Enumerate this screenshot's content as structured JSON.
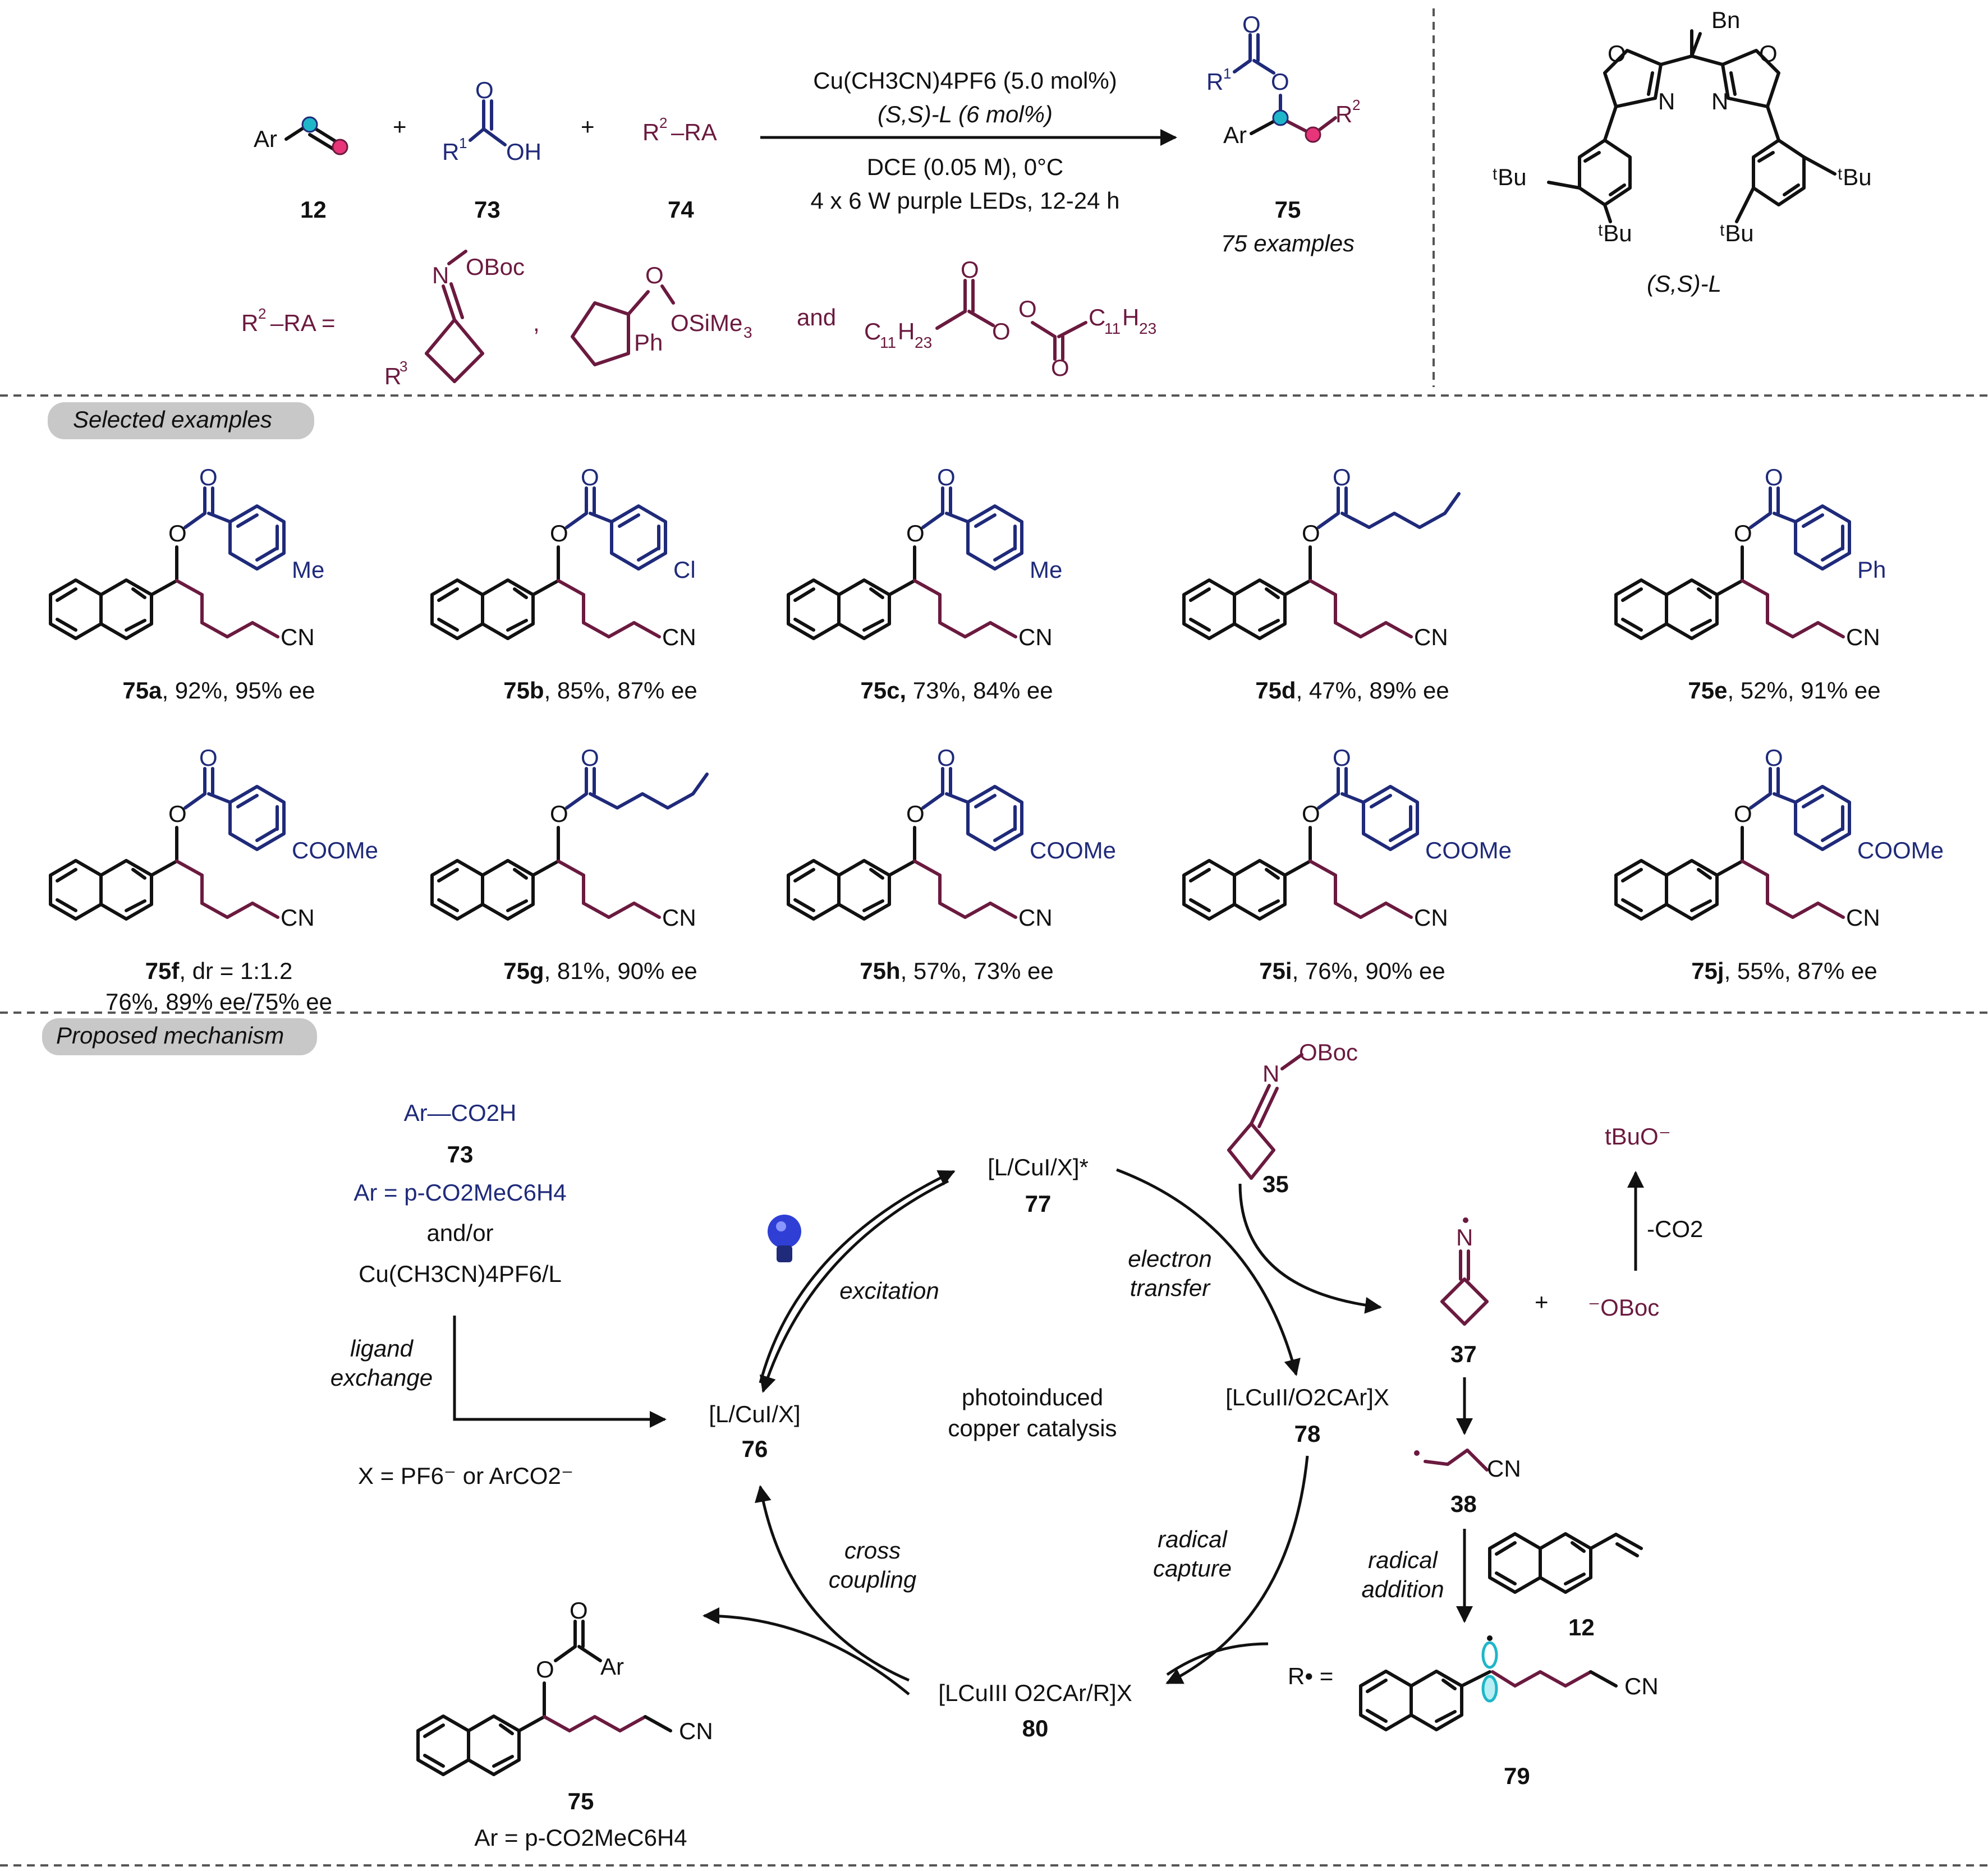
{
  "reaction": {
    "reagents": [
      "12",
      "73",
      "74"
    ],
    "conditions": [
      "Cu(CH3CN)4PF6 (5.0 mol%)",
      "(S,S)-L (6 mol%)",
      "DCE (0.05 M), 0°C",
      "4 x 6 W purple LEDs, 12-24 h"
    ],
    "product_label": "75",
    "product_note": "75 examples",
    "ra_prefix": "R2-RA =",
    "ra_and": "and",
    "ligand_label": "(S,S)-L",
    "ligand_substituents": [
      "Bn",
      "tBu",
      "tBu",
      "tBu",
      "tBu"
    ]
  },
  "sections": {
    "examples_title": "Selected examples",
    "mechanism_title": "Proposed mechanism"
  },
  "examples": [
    {
      "id": "75a",
      "text": ", 92%, 95% ee",
      "sub": "Me"
    },
    {
      "id": "75b",
      "text": ", 85%, 87% ee",
      "sub": "Cl"
    },
    {
      "id": "75c,",
      "text": " 73%, 84% ee",
      "sub": "Me"
    },
    {
      "id": "75d",
      "text": ", 47%, 89% ee",
      "sub": ""
    },
    {
      "id": "75e",
      "text": ", 52%, 91% ee",
      "sub": "Ph"
    },
    {
      "id": "75f",
      "text": ", dr = 1:1.2",
      "line2": "76%, 89% ee/75% ee",
      "sub": "COOMe"
    },
    {
      "id": "75g",
      "text": ", 81%, 90% ee",
      "sub": ""
    },
    {
      "id": "75h",
      "text": ", 57%, 73% ee",
      "sub": "COOMe"
    },
    {
      "id": "75i",
      "text": ", 76%, 90% ee",
      "sub": "COOMe"
    },
    {
      "id": "75j",
      "text": ", 55%, 87% ee",
      "sub": "COOMe"
    }
  ],
  "mechanism": {
    "acid": "Ar—CO2H",
    "acid_label": "73",
    "ar_def": "Ar = p-CO2MeC6H4",
    "andor": "and/or",
    "cu_source": "Cu(CH3CN)4PF6/L",
    "ligand_exchange": [
      "ligand",
      "exchange"
    ],
    "x_def": "X = PF6⁻ or ArCO2⁻",
    "center_text": [
      "photoinduced",
      "copper catalysis"
    ],
    "steps": {
      "excitation": "excitation",
      "electron_transfer": [
        "electron",
        "transfer"
      ],
      "radical_capture": [
        "radical",
        "capture"
      ],
      "cross_coupling": [
        "cross",
        "coupling"
      ],
      "radical_addition": [
        "radical",
        "addition"
      ],
      "decarboxylation": "-CO2"
    },
    "species": [
      {
        "name": "[L/CuI/X]",
        "label": "76"
      },
      {
        "name": "[L/CuI/X]*",
        "label": "77"
      },
      {
        "name": "[LCuII/O2CAr]X",
        "label": "78"
      },
      {
        "name": "[LCuIII O2CAr/R]X",
        "label": "80"
      },
      {
        "name": "oxime ester",
        "label": "35"
      },
      {
        "name": "iminyl radical",
        "label": "37"
      },
      {
        "name": "cyanoalkyl radical",
        "label": "38"
      },
      {
        "name": "2-vinylnaphthalene",
        "label": "12"
      },
      {
        "name": "benzylic radical",
        "label": "79"
      },
      {
        "name": "product",
        "label": "75",
        "note": "Ar = p-CO2MeC6H4"
      }
    ],
    "tbuo": "tBuO⁻",
    "oboc": "⁻OBoc",
    "r_dot": "R• ="
  },
  "colors": {
    "blue": "#1f2a7a",
    "maroon": "#6b1a3f",
    "pink": "#e8357a",
    "cyan": "#1fb6c9",
    "bulb": "#2f3fd6"
  }
}
